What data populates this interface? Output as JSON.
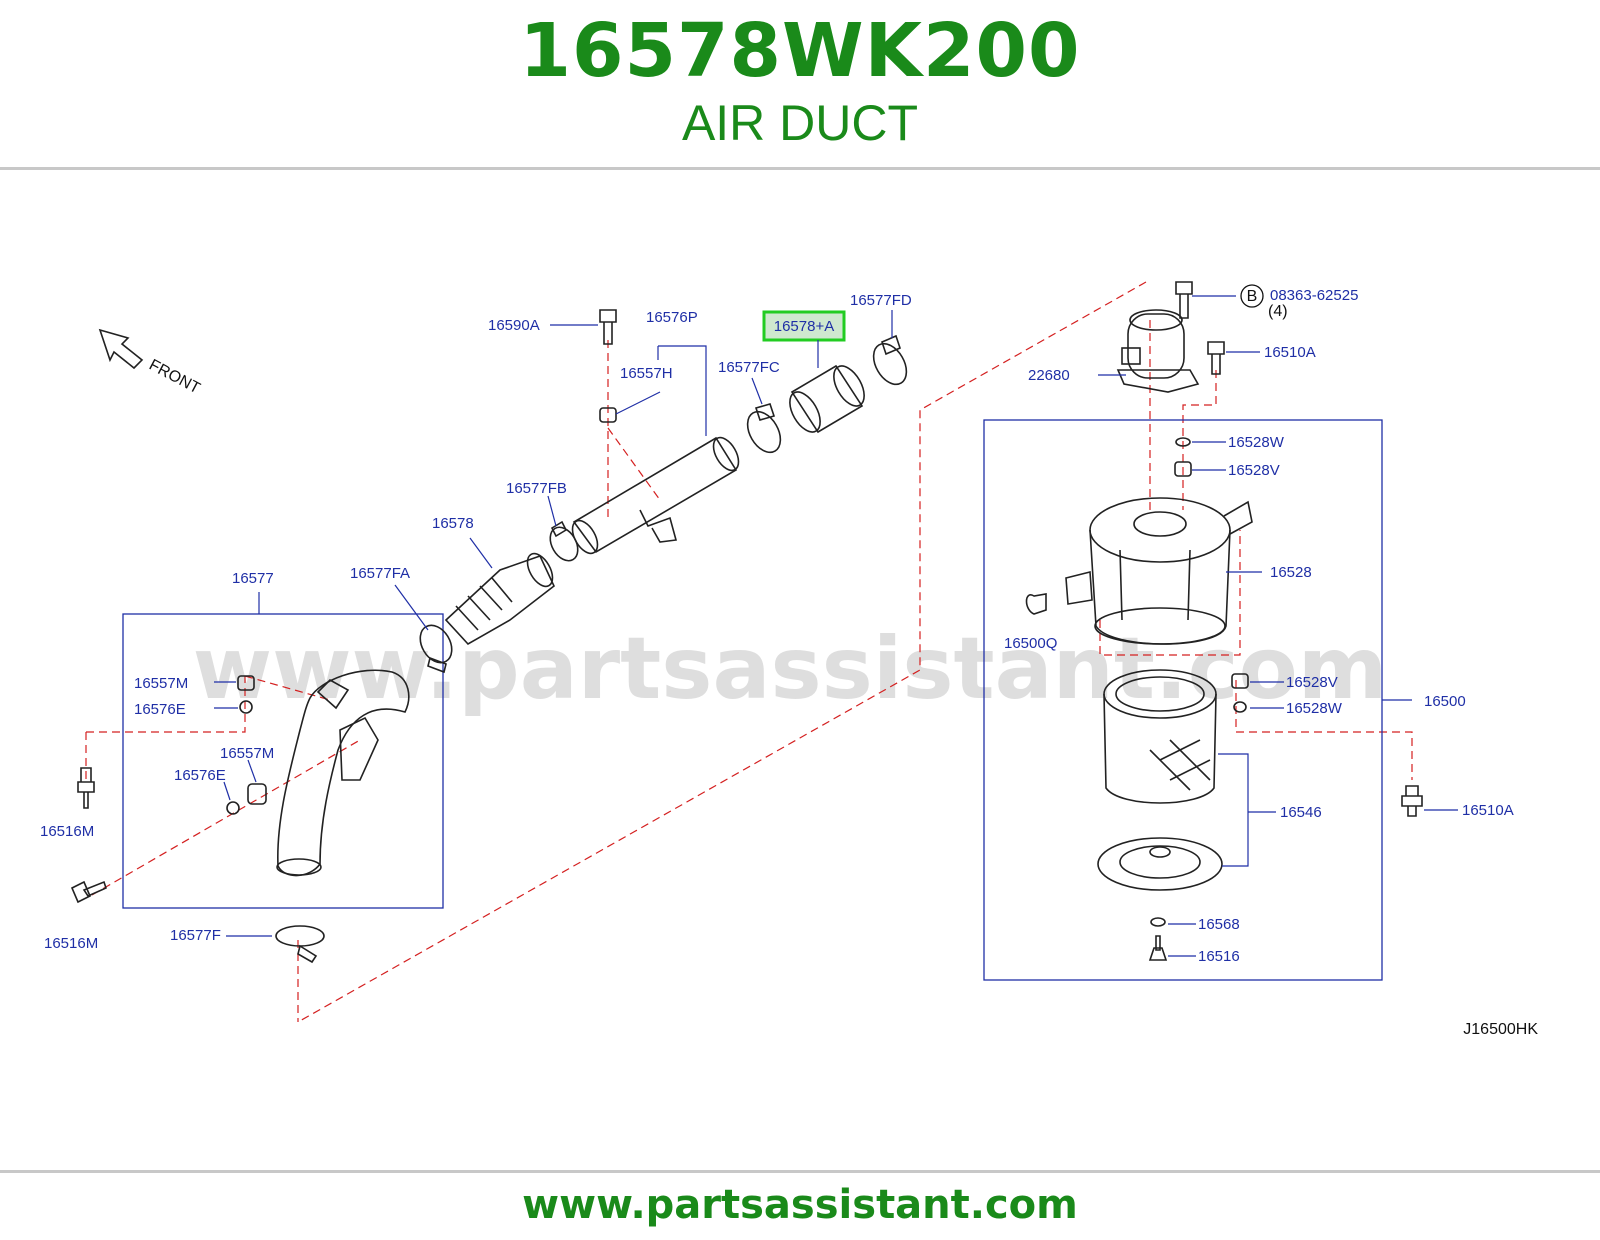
{
  "header": {
    "part_number": "16578WK200",
    "part_name": "AIR DUCT"
  },
  "diagram": {
    "front_label": "FRONT",
    "diagram_code": "J16500HK",
    "watermark": "www.partsassistant.com",
    "highlighted_part": "16578+A",
    "bolt_ref_letter": "B",
    "bolt_ref_number": "08363-62525",
    "bolt_ref_qty": "(4)",
    "labels": {
      "l16590A": "16590A",
      "l16576P": "16576P",
      "l16577FD": "16577FD",
      "l16557H": "16557H",
      "l16577FC": "16577FC",
      "l16577FB": "16577FB",
      "l16578": "16578",
      "l16577": "16577",
      "l16577FA": "16577FA",
      "l16557M_a": "16557M",
      "l16576E_a": "16576E",
      "l16557M_b": "16557M",
      "l16576E_b": "16576E",
      "l16516M_a": "16516M",
      "l16516M_b": "16516M",
      "l16577F": "16577F",
      "l22680": "22680",
      "l16510A_a": "16510A",
      "l16528W_a": "16528W",
      "l16528V_a": "16528V",
      "l16528": "16528",
      "l16500Q": "16500Q",
      "l16528V_b": "16528V",
      "l16528W_b": "16528W",
      "l16500": "16500",
      "l16546": "16546",
      "l16510A_b": "16510A",
      "l16568": "16568",
      "l16516": "16516"
    }
  },
  "footer": {
    "url": "www.partsassistant.com"
  },
  "colors": {
    "brand_green": "#1a8a1a",
    "label_blue": "#1f2fa6",
    "dash_red": "#d42020",
    "highlight_green": "#22cc22"
  }
}
